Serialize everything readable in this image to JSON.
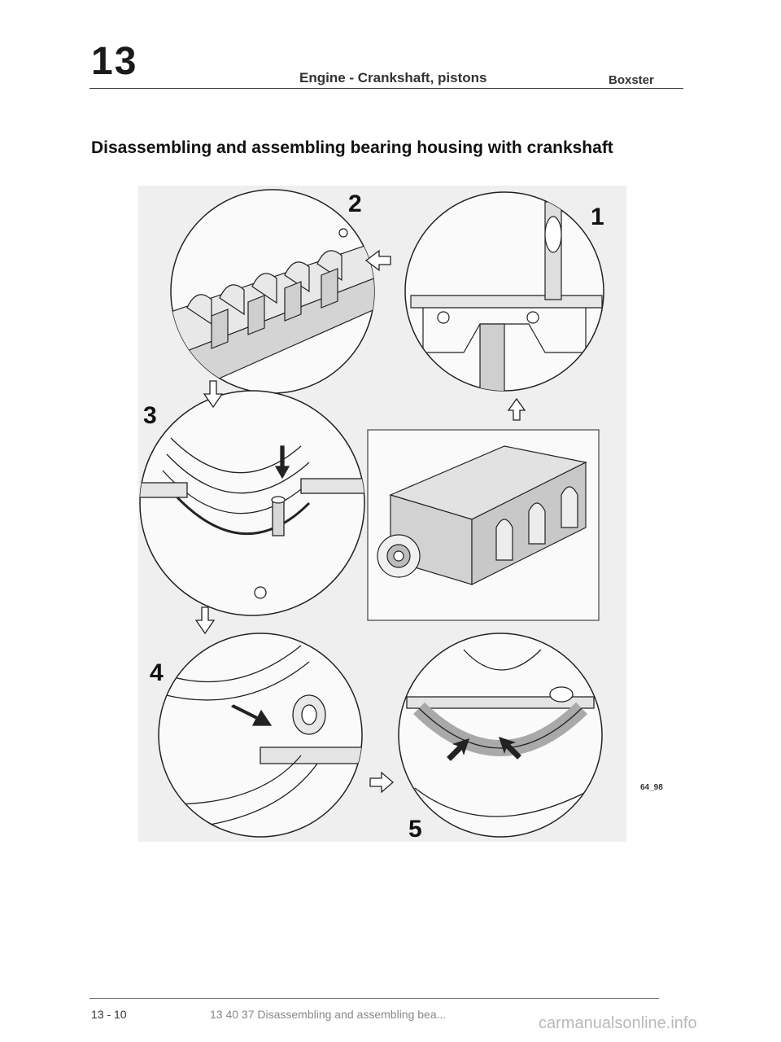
{
  "header": {
    "chapter": "13",
    "title": "Engine - Crankshaft, pistons",
    "model": "Boxster"
  },
  "section_title": "Disassembling and assembling bearing housing with crankshaft",
  "figure": {
    "step_labels": [
      "1",
      "2",
      "3",
      "4",
      "5"
    ],
    "code": "64_98"
  },
  "footer": {
    "page_number": "13 - 10",
    "reference": "13 40 37 Disassembling and assembling bea..."
  },
  "watermark": "carmanualsonline.info"
}
